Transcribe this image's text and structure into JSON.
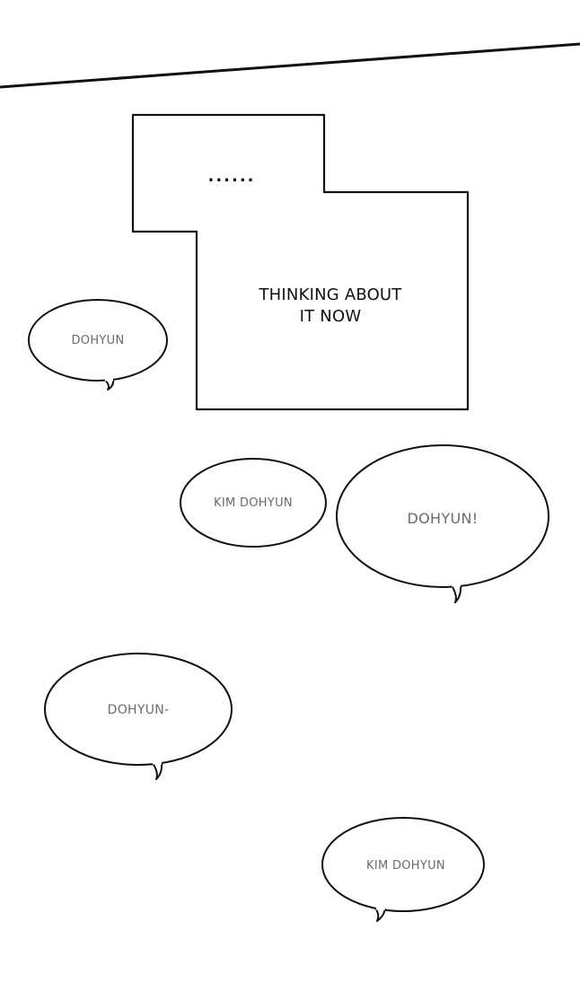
{
  "narration": {
    "ellipsis": "......",
    "line1": "THINKING ABOUT",
    "line2": "IT NOW"
  },
  "bubbles": [
    {
      "text": "DOHYUN"
    },
    {
      "text": "KIM DOHYUN"
    },
    {
      "text": "DOHYUN!"
    },
    {
      "text": "DOHYUN-"
    },
    {
      "text": "KIM DOHYUN"
    }
  ]
}
